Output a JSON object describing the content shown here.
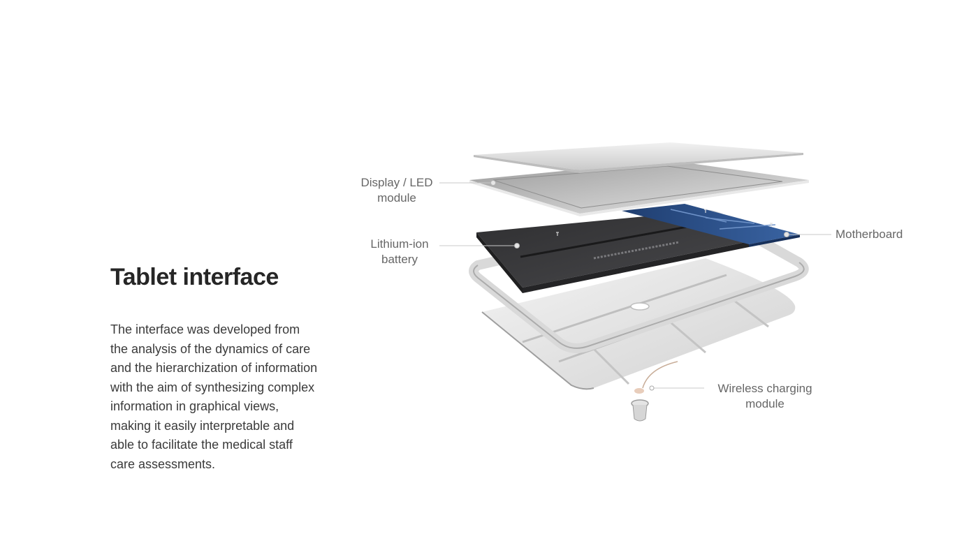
{
  "heading": "Tablet interface",
  "description": "The interface was developed from the analysis of the dynamics of care and the hierarchization of information with the aim of synthesizing complex information in graphical views, making it easily interpretable and able to facilitate the medical staff care assessments.",
  "labels": {
    "display": [
      "Display / LED",
      "module"
    ],
    "battery": [
      "Lithium-ion",
      "battery"
    ],
    "motherboard": "Motherboard",
    "wireless": [
      "Wireless charging",
      "module"
    ]
  },
  "colors": {
    "text": "#3a3a3a",
    "label": "#666666",
    "leader_line": "#c8c8c8",
    "battery": "#3a3a3c",
    "motherboard": "#2d4f86"
  }
}
